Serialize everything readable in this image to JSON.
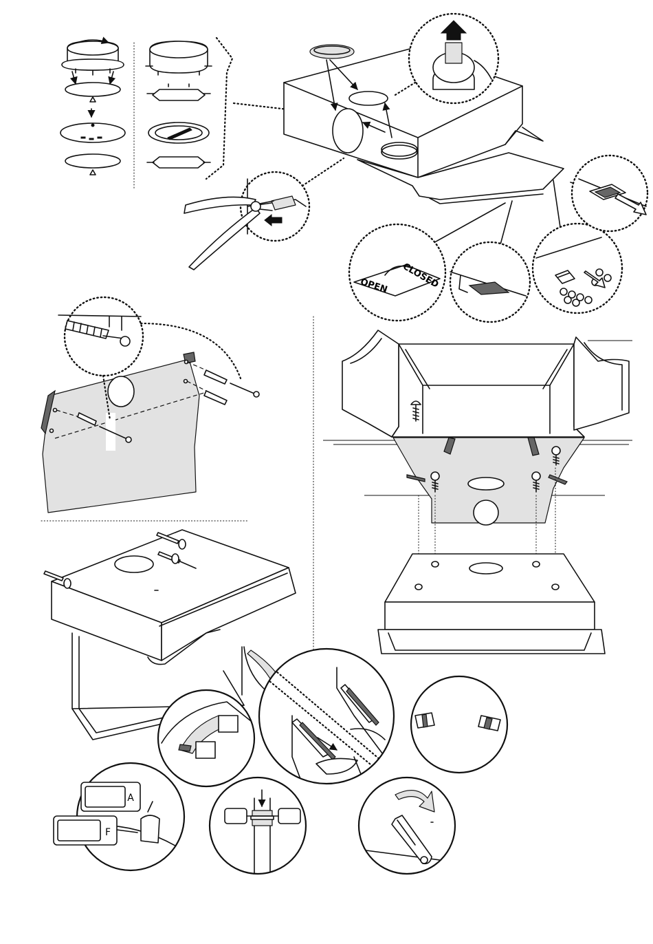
{
  "labels": {
    "open": "OPEN",
    "closed": "CLOSED",
    "switch_a": "A",
    "switch_f": "F"
  },
  "icons": [
    "rotate-arrow-icon",
    "pull-arrow-icon",
    "up-arrow-icon",
    "down-arrow-icon",
    "triangle-mark-icon",
    "pliers-icon",
    "wall-plug-icon",
    "screw-icon"
  ],
  "colors": {
    "line": "#111111",
    "wall_fill": "#e2e2e2",
    "background": "#ffffff"
  }
}
